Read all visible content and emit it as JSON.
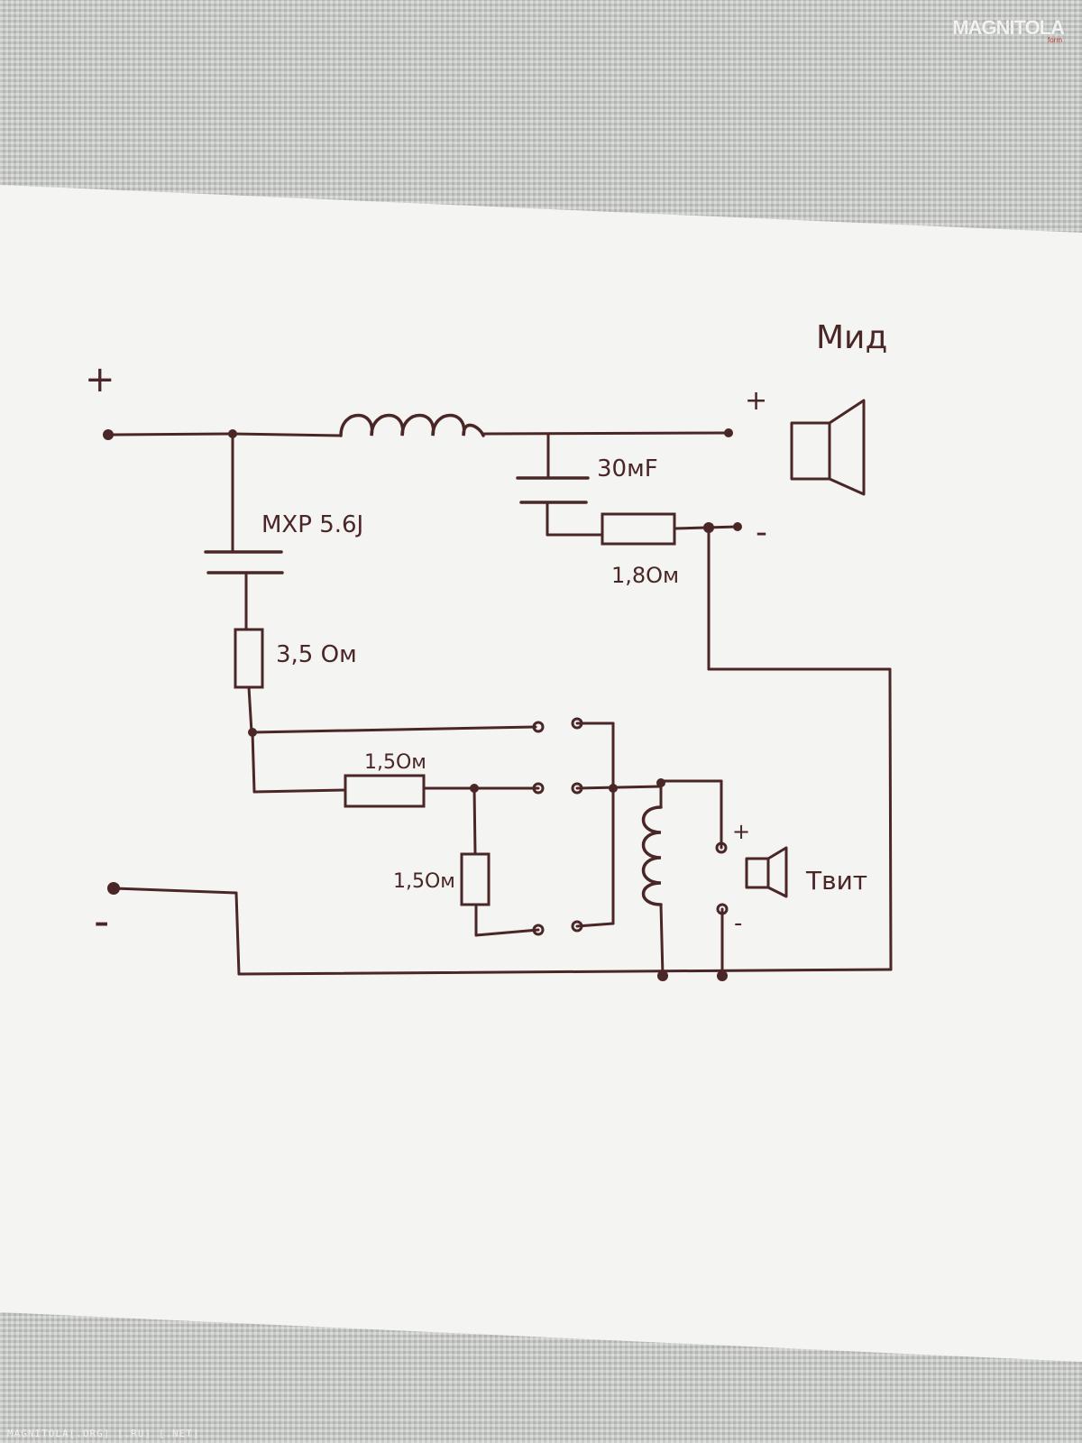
{
  "watermark": {
    "brand": "MAGNITOLA",
    "sub": "form"
  },
  "footer": {
    "source": "MAGNITOLA[.ORG] [.RU] [.NET]"
  },
  "colors": {
    "ink": "#4a2626",
    "paper": "#f4f4f2",
    "fabric": "#c6c8c5"
  },
  "schematic": {
    "input_plus": "+",
    "input_minus": "-",
    "mid_speaker": "Мид",
    "mid_plus": "+",
    "mid_minus": "-",
    "cap_30": "30мF",
    "cap_mxp": "MXP 5.6J",
    "res_18": "1,8Ом",
    "res_35": "3,5 Ом",
    "res_15_a": "1,5Ом",
    "res_15_b": "1,5Ом",
    "tweeter": "Твит",
    "tw_plus": "+",
    "tw_minus": "-"
  }
}
